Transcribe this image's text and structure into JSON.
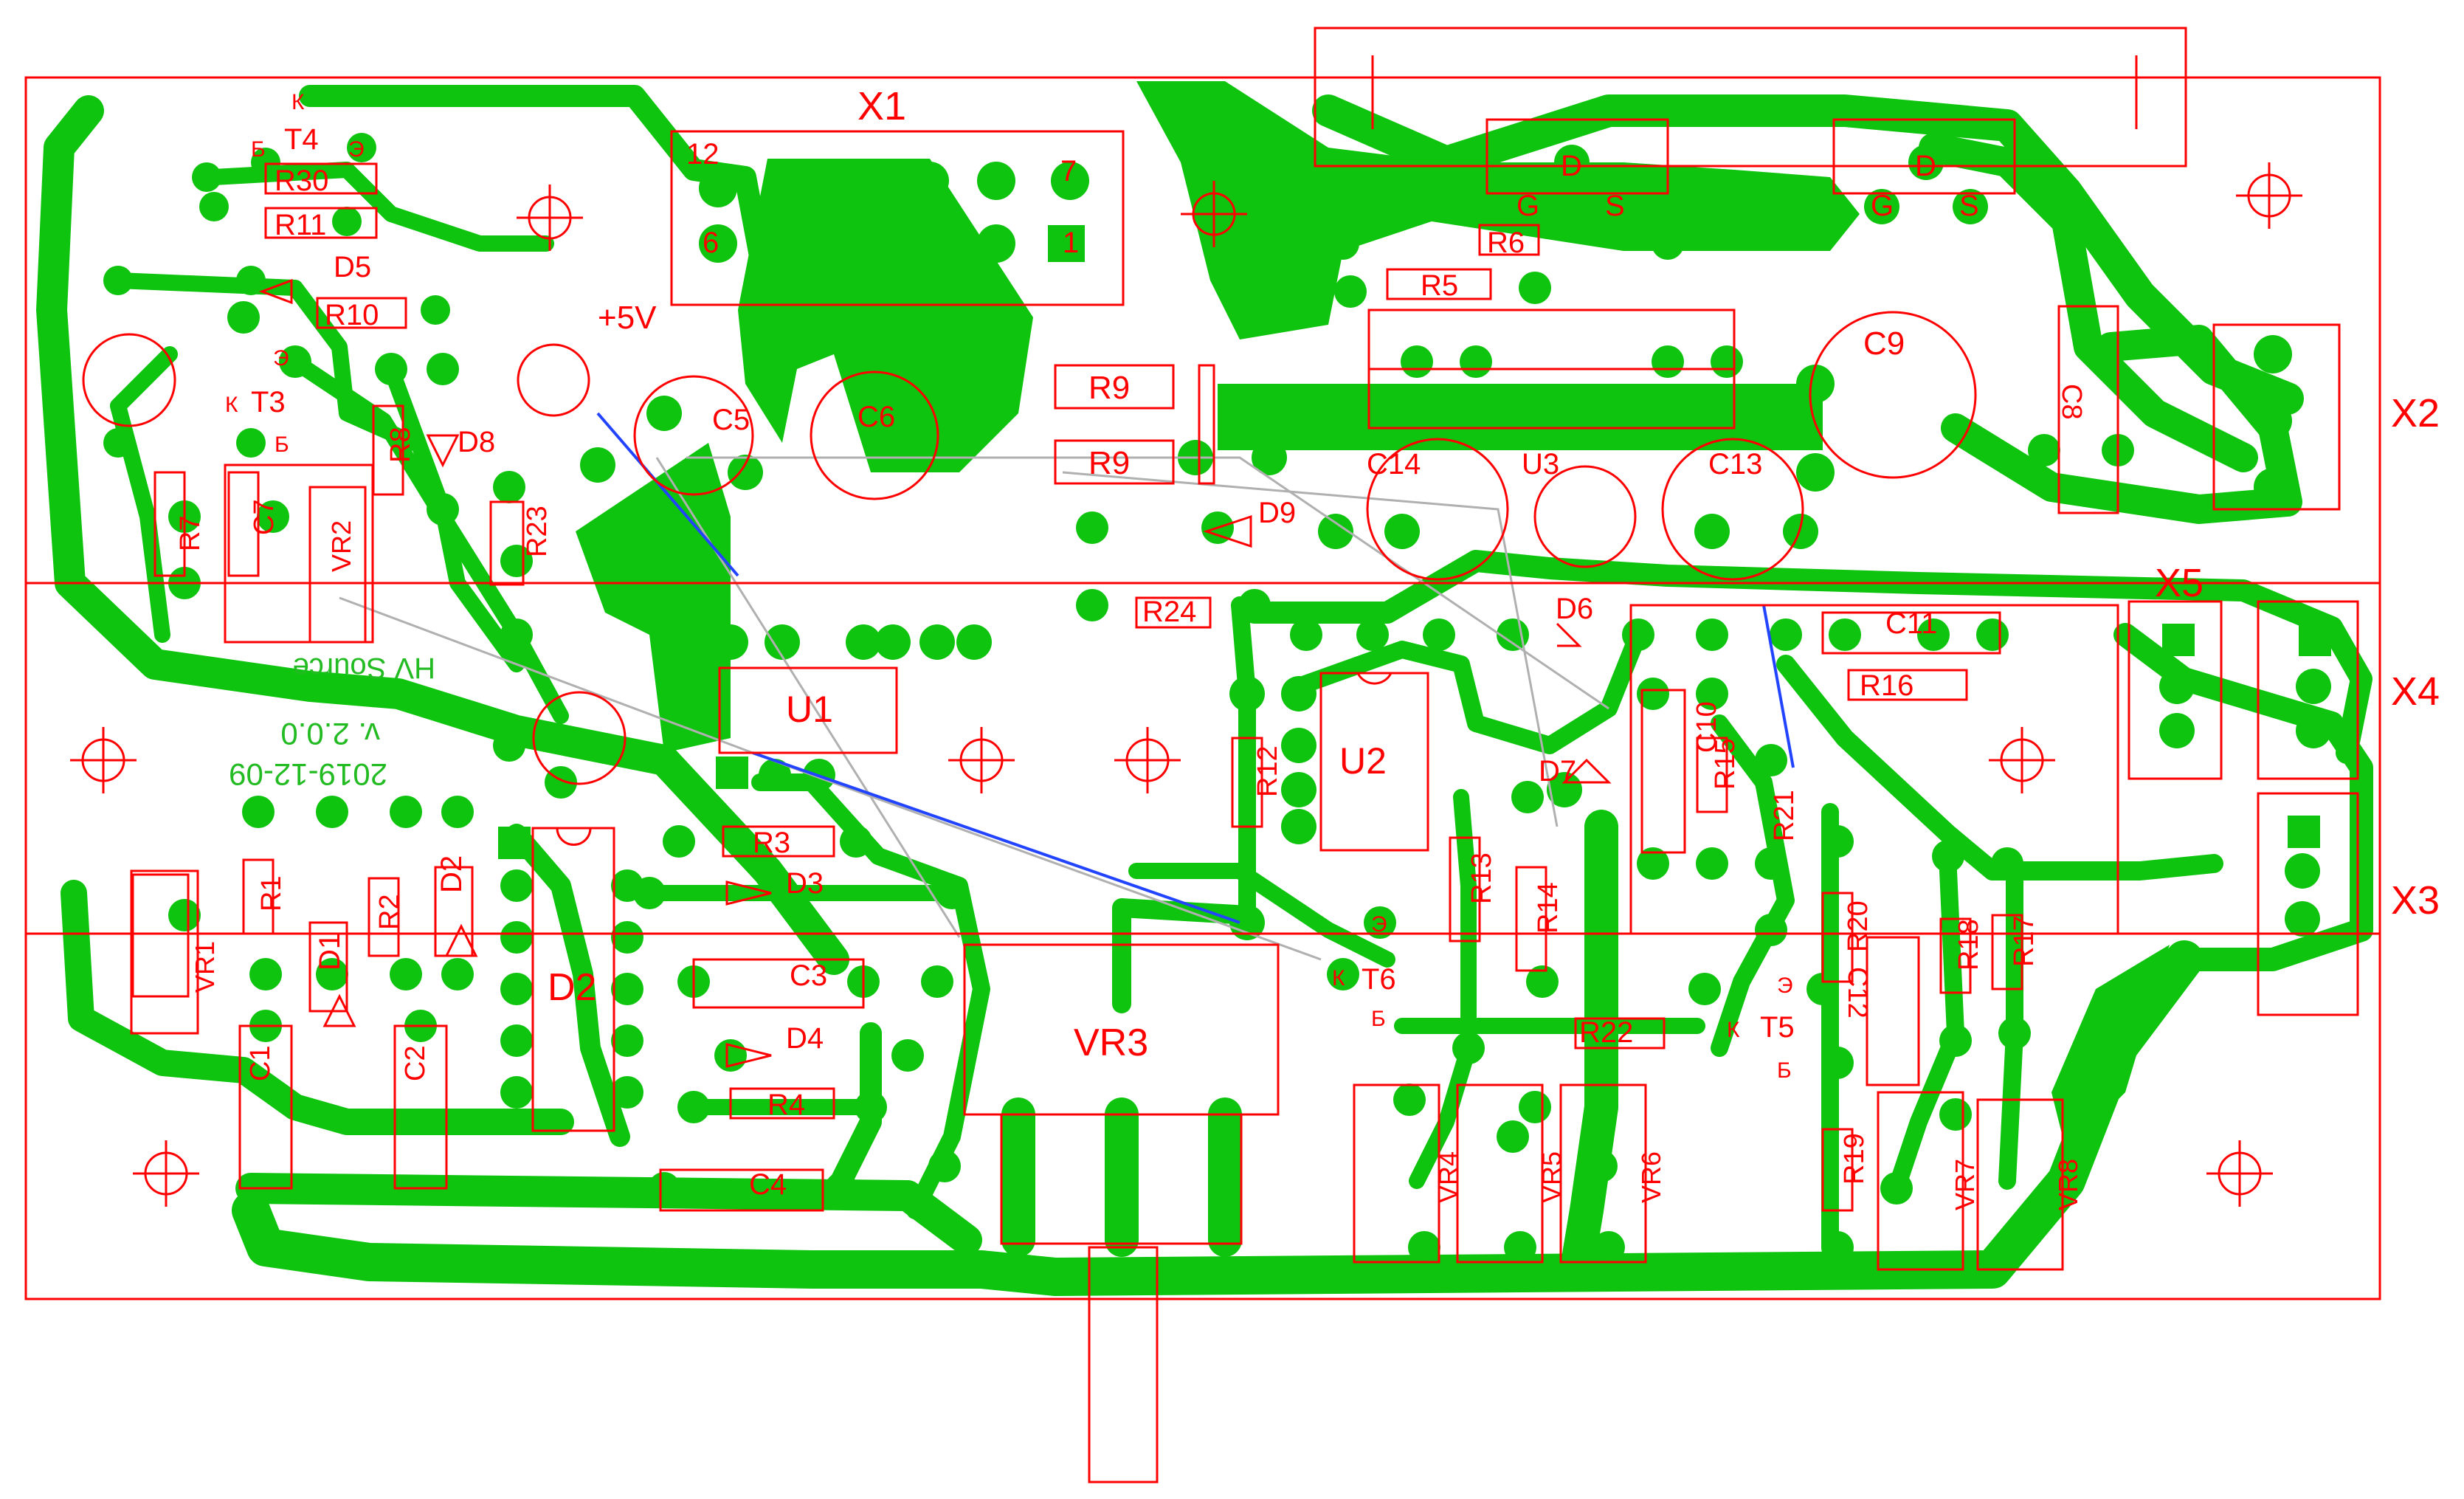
{
  "colors": {
    "copper": "#0fc40f",
    "outline": "#ff0000",
    "jumper_blue": "#2244ff",
    "ratsnest": "#b0b0b0",
    "background": "#ffffff"
  },
  "silkscreen": {
    "title": "HV Source",
    "version": "v. 2.0.0",
    "date": "2019-12-09"
  },
  "net_labels": {
    "plus5v": "+5V"
  },
  "connectors": {
    "x1": "X1",
    "x2": "X2",
    "x3": "X3",
    "x4": "X4",
    "x5": "X5",
    "x1_pins": [
      "12",
      "6",
      "7",
      "1"
    ]
  },
  "transistors": {
    "t3": "T3",
    "t4": "T4",
    "t5": "T5",
    "t6": "T6",
    "pins": {
      "b": "Б",
      "k": "К",
      "e": "Э"
    },
    "mosfet_pins": {
      "d": "D",
      "g": "G",
      "s": "S"
    }
  },
  "regulators": {
    "u1": "U1",
    "u2": "U2",
    "u3": "U3"
  },
  "diodes": {
    "d1": "D1",
    "d2": "D2",
    "d3": "D3",
    "d4": "D4",
    "d5": "D5",
    "d6": "D6",
    "d7": "D7",
    "d8": "D8",
    "d9": "D9",
    "d2_chip": "D2"
  },
  "resistors": {
    "r1": "R1",
    "r2": "R2",
    "r3": "R3",
    "r4": "R4",
    "r5": "R5",
    "r6": "R6",
    "r7": "R7",
    "r8": "R8",
    "r9a": "R9",
    "r9b": "R9",
    "r10": "R10",
    "r11": "R11",
    "r12": "R12",
    "r13": "R13",
    "r14": "R14",
    "r15": "R15",
    "r16": "R16",
    "r17": "R17",
    "r18": "R18",
    "r19": "R19",
    "r20": "R20",
    "r21": "R21",
    "r22": "R22",
    "r23": "R23",
    "r24": "R24",
    "r30": "R30"
  },
  "capacitors": {
    "c1": "C1",
    "c2": "C2",
    "c3": "C3",
    "c4": "C4",
    "c5": "C5",
    "c6": "C6",
    "c7": "C7",
    "c8": "C8",
    "c9": "C9",
    "c10": "C10",
    "c11": "C11",
    "c12": "C12",
    "c13": "C13",
    "c14": "C14"
  },
  "trimmers": {
    "vr1": "VR1",
    "vr2": "VR2",
    "vr3": "VR3",
    "vr4": "VR4",
    "vr5": "VR5",
    "vr6": "VR6",
    "vr7": "VR7",
    "vr8": "VR8"
  }
}
